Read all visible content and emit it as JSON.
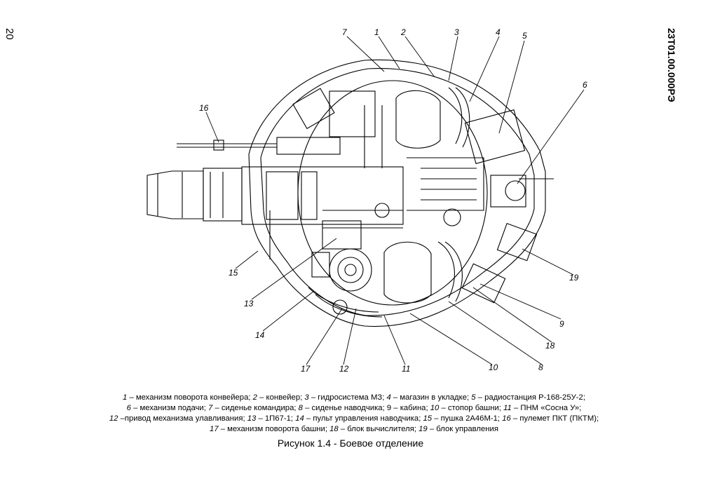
{
  "page_number": "20",
  "doc_code": "23Т01.00.000РЭ",
  "callouts": [
    "1",
    "2",
    "3",
    "4",
    "5",
    "6",
    "7",
    "8",
    "9",
    "10",
    "11",
    "12",
    "13",
    "14",
    "15",
    "16",
    "17",
    "18",
    "19"
  ],
  "legend": [
    [
      {
        "n": "1",
        "t": " – механизм поворота конвейера; "
      },
      {
        "n": "2",
        "t": " – конвейер; "
      },
      {
        "n": "3",
        "t": " – гидросистема МЗ; "
      },
      {
        "n": "4",
        "t": " – магазин в укладке; "
      },
      {
        "n": "5",
        "t": " – радиостанция Р-168-25У-2;"
      }
    ],
    [
      {
        "n": "6",
        "t": " – механизм подачи; "
      },
      {
        "n": "7",
        "t": " – сиденье командира; "
      },
      {
        "n": "8",
        "t": " – сиденье наводчика; 9 – кабина; "
      },
      {
        "n": "10",
        "t": " – стопор башни; "
      },
      {
        "n": "11",
        "t": " – ПНМ «Сосна У»;"
      }
    ],
    [
      {
        "n": "12",
        "t": " –привод  механизма улавливания; "
      },
      {
        "n": "13",
        "t": " – 1П67-1; "
      },
      {
        "n": "14",
        "t": " – пульт управления наводчика; "
      },
      {
        "n": "15",
        "t": " – пушка 2А46М-1; "
      },
      {
        "n": "16",
        "t": " – пулемет ПКТ (ПКТМ);"
      }
    ],
    [
      {
        "n": "17",
        "t": " – механизм поворота башни; "
      },
      {
        "n": "18",
        "t": " – блок вычислителя; "
      },
      {
        "n": "19",
        "t": " – блок управления"
      }
    ]
  ],
  "caption": "Рисунок 1.4 - Боевое  отделение"
}
